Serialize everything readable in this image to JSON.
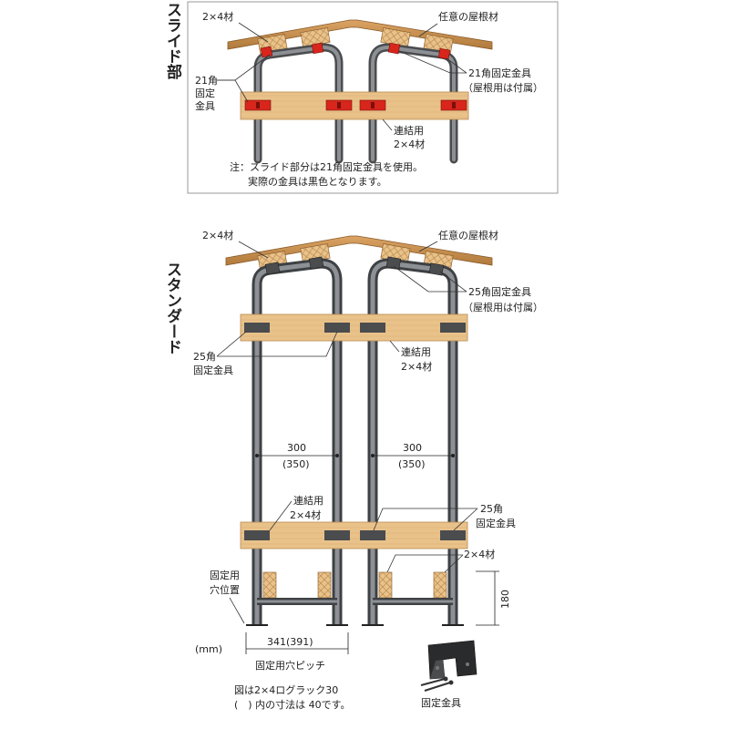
{
  "slide": {
    "section_title": "スライド部",
    "label_2x4": "2×4材",
    "label_roof": "任意の屋根材",
    "label_bracket_left_1": "21角",
    "label_bracket_left_2": "固定",
    "label_bracket_left_3": "金具",
    "label_bracket_right_1": "21角固定金具",
    "label_bracket_right_2": "（屋根用は付属）",
    "label_connect_1": "連結用",
    "label_connect_2": "2×4材",
    "note_1": "注：スライド部分は21角固定金具を使用。",
    "note_2": "実際の金具は黒色となります。"
  },
  "standard": {
    "section_title": "スタンダード",
    "label_2x4": "2×4材",
    "label_roof": "任意の屋根材",
    "label_bracket_right_1": "25角固定金具",
    "label_bracket_right_2": "（屋根用は付属）",
    "label_bracket_left_1": "25角",
    "label_bracket_left_2": "固定金具",
    "label_connect_1": "連結用",
    "label_connect_2": "2×4材",
    "dim_left_1": "300",
    "dim_left_2": "(350)",
    "dim_right_1": "300",
    "dim_right_2": "(350)",
    "label_connect_lower_1": "連結用",
    "label_connect_lower_2": "2×4材",
    "label_bracket_lower_1": "25角",
    "label_bracket_lower_2": "固定金具",
    "label_2x4_lower": "2×4材",
    "label_hole_1": "固定用",
    "label_hole_2": "穴位置",
    "dim_height": "180",
    "unit": "(mm)",
    "dim_pitch": "341(391)",
    "label_pitch": "固定用穴ピッチ",
    "note_1": "図は2×4ログラック30",
    "note_2": "(　) 内の寸法は 40です。",
    "bracket_caption": "固定金具"
  },
  "colors": {
    "wood": "#e9c28a",
    "wood_edge": "#b98b50",
    "pipe": "#5a5d60",
    "bracket_red": "#d8261c",
    "bracket_dark": "#4a4c4e",
    "frame": "#999999"
  }
}
